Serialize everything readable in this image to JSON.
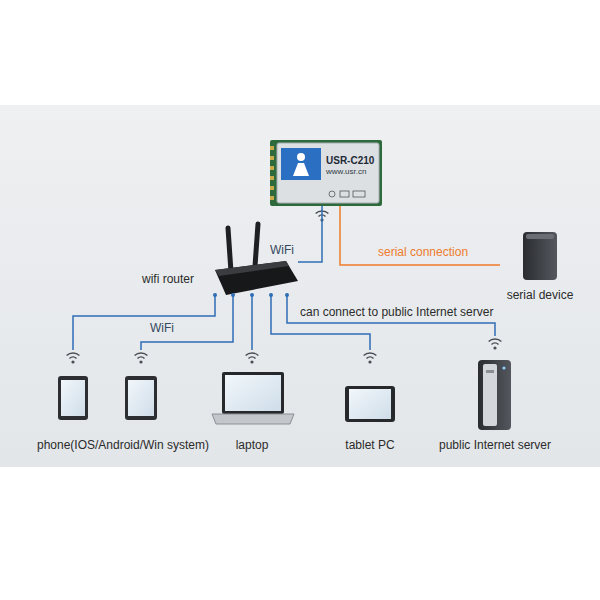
{
  "diagram": {
    "nodes": [
      {
        "text": [
          "USR-C210",
          "www.usr.cn"
        ]
      },
      {
        "text": [
          "wifi router"
        ]
      },
      {
        "text": [
          "serial device"
        ]
      },
      {
        "text": [
          "phone(IOS/Android/Win system)"
        ]
      },
      {
        "text": [
          "laptop"
        ]
      },
      {
        "text": [
          "tablet PC"
        ]
      },
      {
        "text": [
          "public Internet server"
        ]
      }
    ],
    "edges": [
      {
        "from": 1,
        "to": 0,
        "arrow": "none",
        "label": "WiFi"
      },
      {
        "from": 0,
        "to": 2,
        "arrow": "none",
        "label": "serial connection"
      },
      {
        "from": 1,
        "to": 3,
        "arrow": "none",
        "label": "WiFi"
      },
      {
        "from": 1,
        "to": 3,
        "arrow": "none"
      },
      {
        "from": 1,
        "to": 4,
        "arrow": "none"
      },
      {
        "from": 1,
        "to": 5,
        "arrow": "none"
      },
      {
        "from": 1,
        "to": 6,
        "arrow": "none",
        "label": "can connect to public Internet server"
      }
    ]
  }
}
